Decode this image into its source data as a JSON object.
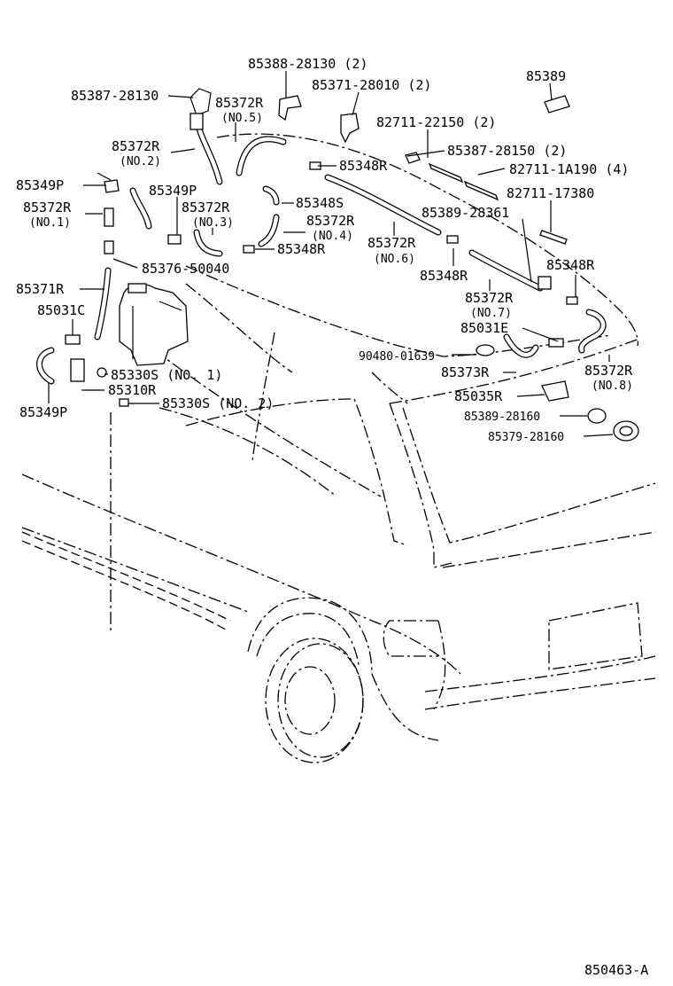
{
  "diagram_id": "850463-A",
  "labels": {
    "p85388": "85388-28130 (2)",
    "p85387a": "85387-28130",
    "p85371b": "85371-28010 (2)",
    "p85389": "85389",
    "p85372_5": "85372R",
    "no5": "(NO.5)",
    "p82711a": "82711-22150 (2)",
    "p85372_2": "85372R",
    "no2": "(NO.2)",
    "p85387b": "85387-28150 (2)",
    "p85348R_1": "85348R",
    "p82711b": "82711-1A190 (4)",
    "p85349P_1": "85349P",
    "p85349P_2": "85349P",
    "p82711c": "82711-17380",
    "p85372_1": "85372R",
    "no1": "(NO.1)",
    "p85372_3": "85372R",
    "no3": "(NO.3)",
    "p85348S": "85348S",
    "p85389b": "85389-28361",
    "p85372_4": "85372R",
    "no4": "(NO.4)",
    "p85348R_2": "85348R",
    "p85372_6": "85372R",
    "no6": "(NO.6)",
    "p85376": "85376-50040",
    "p85348R_3": "85348R",
    "p85348R_4": "85348R",
    "p85371R": "85371R",
    "p85372_7": "85372R",
    "no7": "(NO.7)",
    "p85031C": "85031C",
    "p85031E": "85031E",
    "p90480": "90480-01639",
    "p85373R": "85373R",
    "p85372_8": "85372R",
    "no8": "(NO.8)",
    "p85330S_1": "85330S (NO. 1)",
    "p85310R": "85310R",
    "p85035R": "85035R",
    "p85330S_2": "85330S (NO. 2)",
    "p85349P_3": "85349P",
    "p85389c": "85389-28160",
    "p85379": "85379-28160"
  }
}
